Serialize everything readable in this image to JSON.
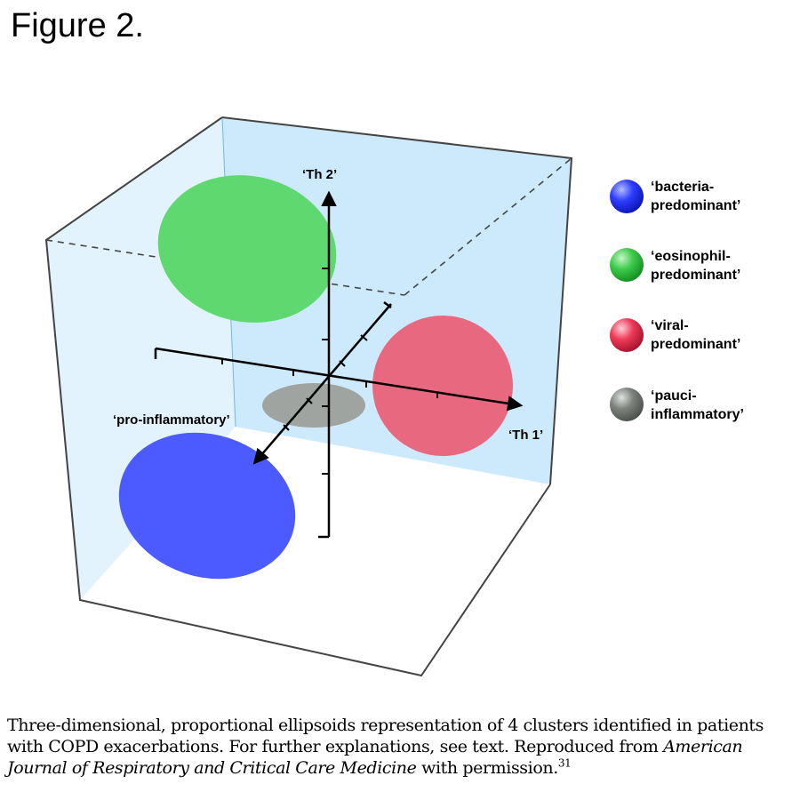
{
  "title": "Figure 2.",
  "axes": {
    "vertical": "‘Th 2’",
    "horizontal": "‘Th 1’",
    "depth": "‘pro-inflammatory’"
  },
  "legend": [
    {
      "label_line1": "‘bacteria-",
      "label_line2": "predominant’",
      "color": "#4b5bff"
    },
    {
      "label_line1": "‘eosinophil-",
      "label_line2": "predominant’",
      "color": "#5fd96f"
    },
    {
      "label_line1": "‘viral-",
      "label_line2": "predominant’",
      "color": "#e8687f"
    },
    {
      "label_line1": "‘pauci-",
      "label_line2": "inflammatory’",
      "color": "#8e938e"
    }
  ],
  "caption": {
    "part1": "Three-dimensional, proportional ellipsoids representation of 4 clusters identified in patients with COPD exacerbations. For further explanations, see text. Reproduced from ",
    "journal": "American Journal of Respiratory and Critical Care Medicine",
    "part2": " with permission.",
    "reference": "31"
  }
}
